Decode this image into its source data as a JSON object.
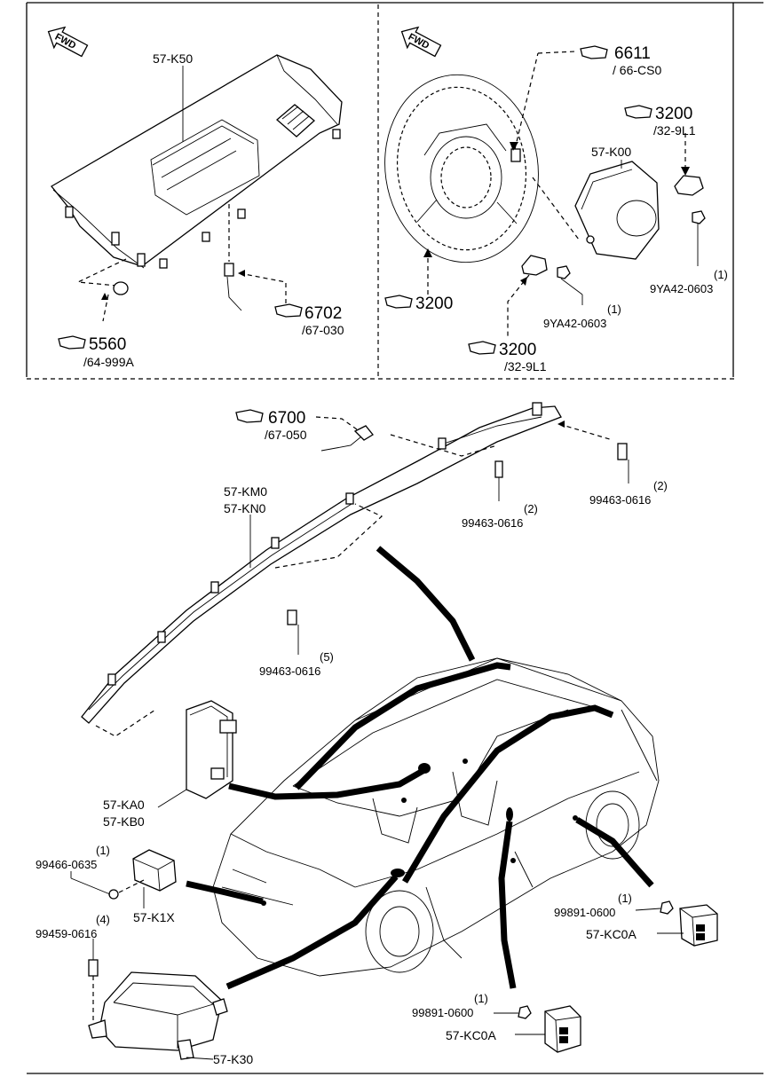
{
  "diagram": {
    "fwd_label": "FWD",
    "callouts": {
      "c5560": {
        "number": "5560",
        "ref": "/64-999A"
      },
      "c6702": {
        "number": "6702",
        "ref": "/67-030"
      },
      "c6611": {
        "number": "6611",
        "ref": "/ 66-CS0"
      },
      "c3200_top": {
        "number": "3200",
        "ref": "/32-9L1"
      },
      "c3200_wheel": {
        "number": "3200",
        "ref": ""
      },
      "c3200_bottom": {
        "number": "3200",
        "ref": "/32-9L1"
      },
      "c6700": {
        "number": "6700",
        "ref": "/67-050"
      }
    },
    "parts": {
      "p57K50": "57-K50",
      "p57K00": "57-K00",
      "p9YA42_right": {
        "number": "9YA42-0603",
        "qty": "(1)"
      },
      "p9YA42_left": {
        "number": "9YA42-0603",
        "qty": "(1)"
      },
      "p57KM0": "57-KM0",
      "p57KN0": "57-KN0",
      "p99463_a": {
        "number": "99463-0616",
        "qty": "(2)"
      },
      "p99463_b": {
        "number": "99463-0616",
        "qty": "(2)"
      },
      "p99463_c": {
        "number": "99463-0616",
        "qty": "(5)"
      },
      "p57KA0": "57-KA0",
      "p57KB0": "57-KB0",
      "p99466": {
        "number": "99466-0635",
        "qty": "(1)"
      },
      "p57K1X": "57-K1X",
      "p99459": {
        "number": "99459-0616",
        "qty": "(4)"
      },
      "p57K30": "57-K30",
      "p99891_a": {
        "number": "99891-0600",
        "qty": "(1)"
      },
      "p57KC0A_a": "57-KC0A",
      "p99891_b": {
        "number": "99891-0600",
        "qty": "(1)"
      },
      "p57KC0A_b": "57-KC0A"
    }
  }
}
